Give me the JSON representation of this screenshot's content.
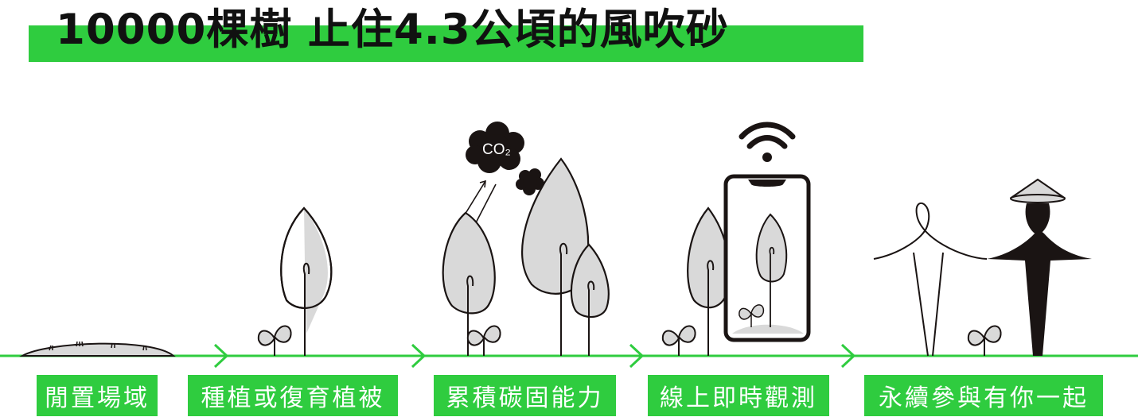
{
  "title": "10000棵樹 止住4.3公頃的風吹砂",
  "co2_label": "CO₂",
  "colors": {
    "accent": "#2fcc3f",
    "ink": "#1a1413",
    "foliage": "#d9d9d9"
  },
  "stages": [
    {
      "label": "閒置場域"
    },
    {
      "label": "種植或復育植被"
    },
    {
      "label": "累積碳固能力"
    },
    {
      "label": "線上即時觀測"
    },
    {
      "label": "永續參與有你一起"
    }
  ]
}
